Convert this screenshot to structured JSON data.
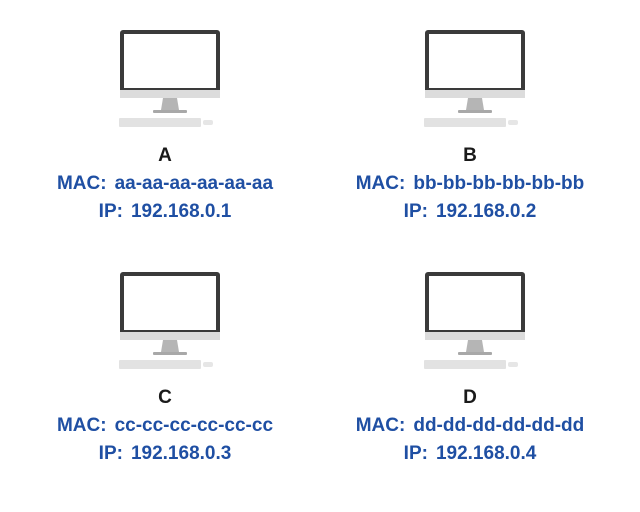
{
  "colors": {
    "address_text": "#1f4fa3",
    "name_text": "#1a1a1a",
    "monitor_frame": "#3a3a3a",
    "stand": "#b5b5b5"
  },
  "mac_label": "MAC",
  "ip_label": "IP",
  "separator": ":",
  "computers": [
    {
      "name": "A",
      "mac": "aa-aa-aa-aa-aa-aa",
      "ip": "192.168.0.1"
    },
    {
      "name": "B",
      "mac": "bb-bb-bb-bb-bb-bb",
      "ip": "192.168.0.2"
    },
    {
      "name": "C",
      "mac": "cc-cc-cc-cc-cc-cc",
      "ip": "192.168.0.3"
    },
    {
      "name": "D",
      "mac": "dd-dd-dd-dd-dd-dd",
      "ip": "192.168.0.4"
    }
  ]
}
